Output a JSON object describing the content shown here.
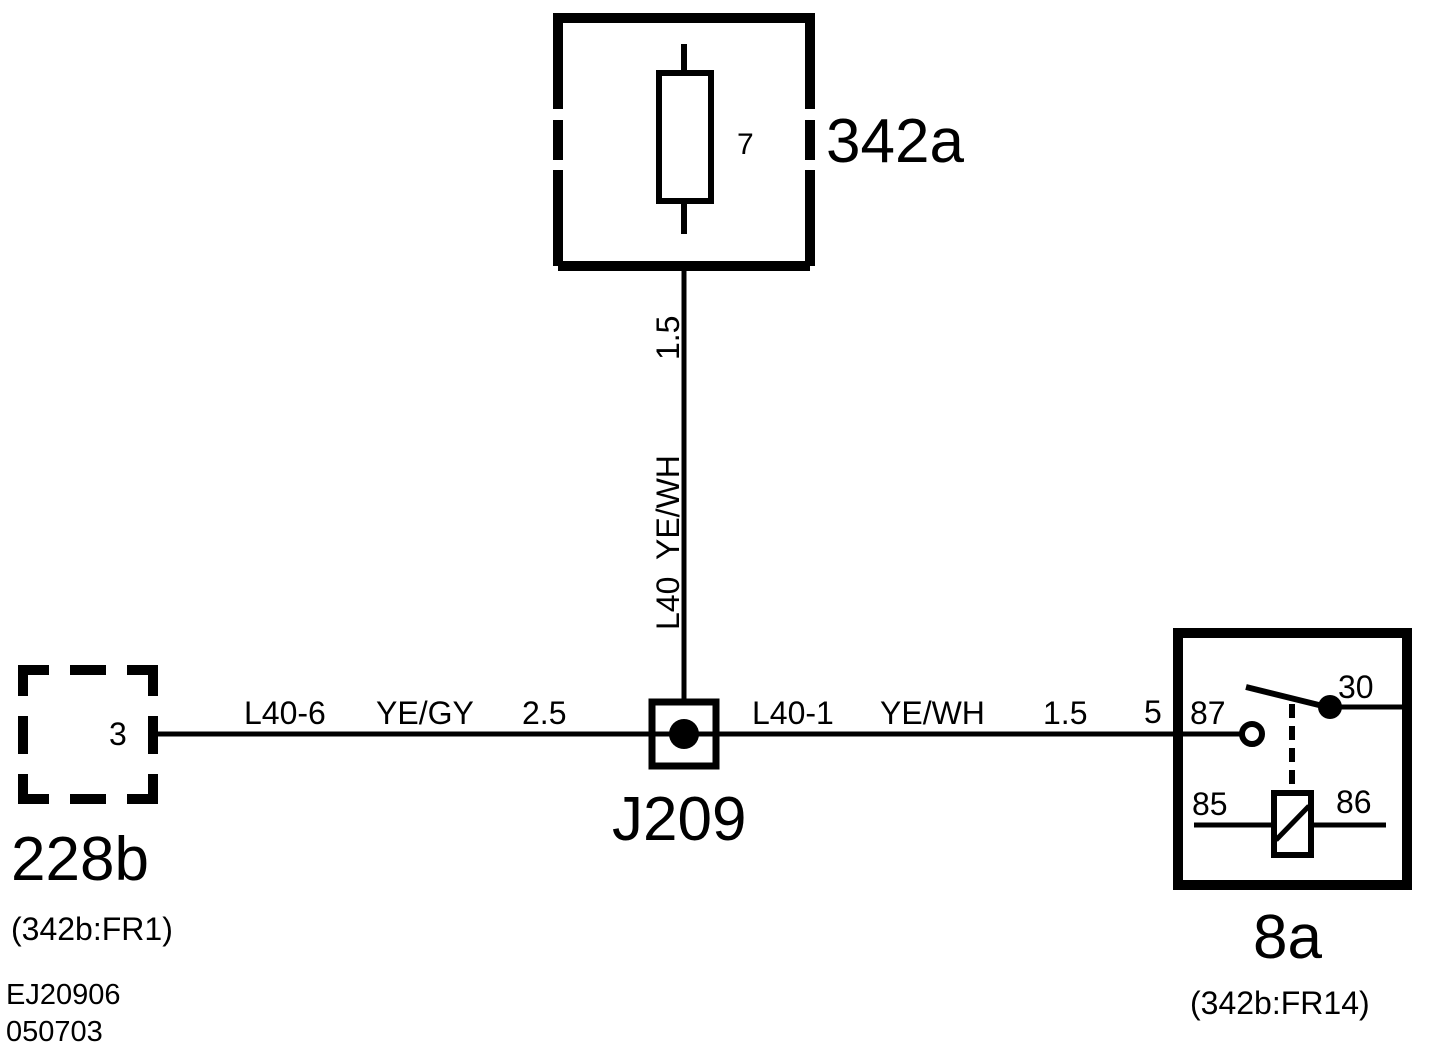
{
  "fuse": {
    "number": "7",
    "id": "342a"
  },
  "wire_top": {
    "circuit": "L40",
    "color": "YE/WH",
    "gauge": "1.5"
  },
  "wire_left": {
    "circuit": "L40-6",
    "color": "YE/GY",
    "gauge": "2.5"
  },
  "wire_right": {
    "circuit": "L40-1",
    "color": "YE/WH",
    "gauge": "1.5"
  },
  "splice": {
    "id": "J209"
  },
  "connector_left": {
    "pin": "3",
    "id": "228b",
    "ref": "(342b:FR1)"
  },
  "relay": {
    "input_pin": "5",
    "pin_87": "87",
    "pin_30": "30",
    "pin_85": "85",
    "pin_86": "86",
    "id": "8a",
    "ref": "(342b:FR14)"
  },
  "footer": {
    "code": "EJ20906",
    "date": "050703"
  }
}
